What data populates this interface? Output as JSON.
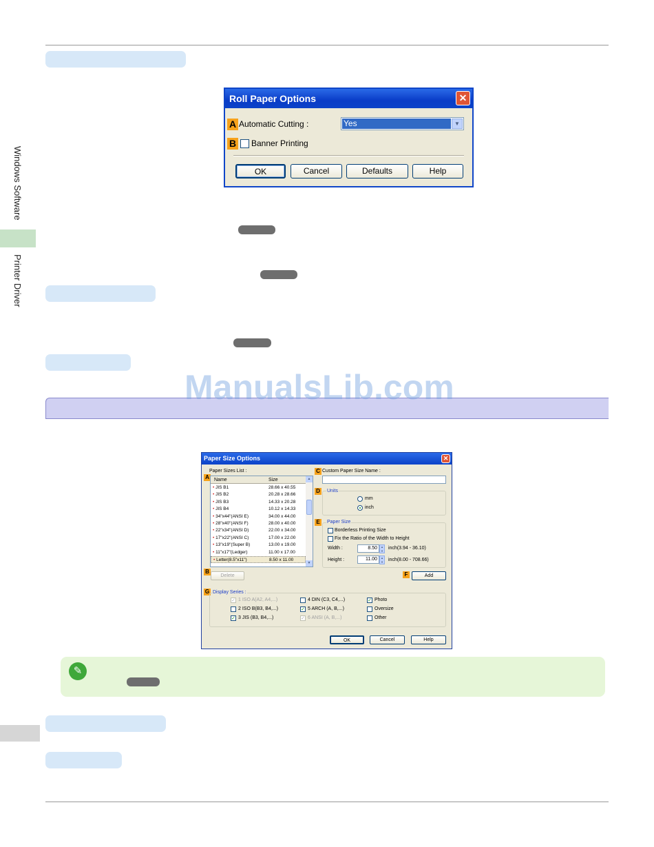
{
  "side_tabs": {
    "section": "Windows Software",
    "chapter": "Printer Driver"
  },
  "watermark": "ManualsLib.com",
  "roll_dialog": {
    "title": "Roll Paper Options",
    "close_glyph": "✕",
    "badge_a": "A",
    "badge_b": "B",
    "automatic_cutting_label": "Automatic Cutting :",
    "automatic_cutting_value": "Yes",
    "banner_printing_label": "Banner Printing",
    "banner_printing_checked": false,
    "buttons": {
      "ok": "OK",
      "cancel": "Cancel",
      "defaults": "Defaults",
      "help": "Help"
    }
  },
  "paper_dialog": {
    "title": "Paper Size Options",
    "close_glyph": "✕",
    "paper_size_list_label": "Paper Sizes List :",
    "col_name": "Name",
    "col_size": "Size",
    "rows": [
      {
        "name": "JIS B1",
        "size": "28.66 x 40.55"
      },
      {
        "name": "JIS B2",
        "size": "20.28 x 28.66"
      },
      {
        "name": "JIS B3",
        "size": "14.33 x 20.28"
      },
      {
        "name": "JIS B4",
        "size": "10.12 x 14.33"
      },
      {
        "name": "34\"x44\"(ANSI E)",
        "size": "34.00 x 44.00"
      },
      {
        "name": "28\"x40\"(ANSI F)",
        "size": "28.00 x 40.00"
      },
      {
        "name": "22\"x34\"(ANSI D)",
        "size": "22.00 x 34.00"
      },
      {
        "name": "17\"x22\"(ANSI C)",
        "size": "17.00 x 22.00"
      },
      {
        "name": "13\"x19\"(Super B)",
        "size": "13.00 x 19.00"
      },
      {
        "name": "11\"x17\"(Ledger)",
        "size": "11.00 x 17.00"
      },
      {
        "name": "Letter(8.5\"x11\")",
        "size": "8.50 x 11.00"
      }
    ],
    "delete_button": "Delete",
    "custom_name_label": "Custom Paper Size Name :",
    "custom_name_value": "",
    "units_label": "Units",
    "unit_mm": "mm",
    "unit_inch": "inch",
    "paper_size_label": "Paper Size",
    "borderless_label": "Borderless Printing Size",
    "fix_ratio_label": "Fix the Ratio of the Width to Height",
    "width_label": "Width :",
    "width_value": "8.50",
    "width_range": "inch(3.94 - 36.10)",
    "height_label": "Height :",
    "height_value": "11.00",
    "height_range": "inch(8.00 - 708.66)",
    "add_button": "Add",
    "display_series_label": "Display Series :",
    "series": {
      "iso_a": "1 ISO A(A2, A4,...)",
      "iso_b": "2 ISO B(B3, B4,...)",
      "jis": "3 JIS (B3, B4,...)",
      "din": "4 DIN (C3, C4,...)",
      "arch": "5 ARCH (A, B,...)",
      "ansi": "6 ANSI (A, B,...)",
      "photo": "Photo",
      "oversize": "Oversize",
      "other": "Other"
    },
    "buttons": {
      "ok": "OK",
      "cancel": "Cancel",
      "help": "Help"
    },
    "badges": {
      "a": "A",
      "b": "B",
      "c": "C",
      "d": "D",
      "e": "E",
      "f": "F",
      "g": "G"
    }
  },
  "note": {
    "icon_glyph": "✎"
  }
}
